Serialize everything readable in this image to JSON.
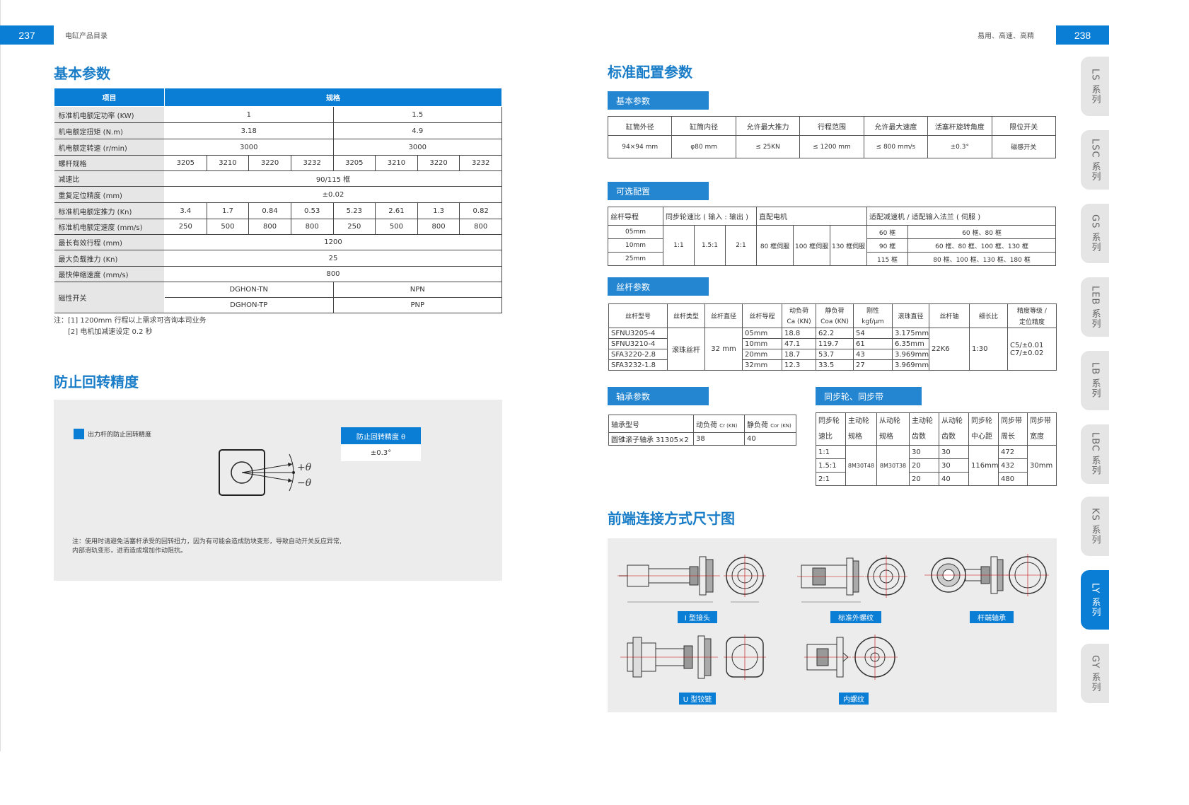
{
  "header": {
    "left_page_number": "237",
    "left_title": "电缸产品目录",
    "right_slogan": "易用、高速、高精",
    "right_page_number": "238"
  },
  "left": {
    "basic_params": {
      "title": "基本参数",
      "col_item": "项目",
      "col_spec": "规格",
      "rows": {
        "power": {
          "name": "标准机电额定功率 (KW)",
          "a": "1",
          "b": "1.5"
        },
        "torque": {
          "name": "机电额定扭矩 (N.m)",
          "a": "3.18",
          "b": "4.9"
        },
        "speed": {
          "name": "机电额定转速 (r/min)",
          "a": "3000",
          "b": "3000"
        },
        "screw": {
          "name": "螺杆规格",
          "vals": [
            "3205",
            "3210",
            "3220",
            "3232",
            "3205",
            "3210",
            "3220",
            "3232"
          ]
        },
        "ratio": {
          "name": "减速比",
          "val": "90/115 框"
        },
        "repeat": {
          "name": "重复定位精度 (mm)",
          "val": "±0.02"
        },
        "thrust": {
          "name": "标准机电额定推力 (Kn)",
          "vals": [
            "3.4",
            "1.7",
            "0.84",
            "0.53",
            "5.23",
            "2.61",
            "1.3",
            "0.82"
          ]
        },
        "rated_speed": {
          "name": "标准机电额定速度 (mm/s)",
          "vals": [
            "250",
            "500",
            "800",
            "800",
            "250",
            "500",
            "800",
            "800"
          ]
        },
        "stroke": {
          "name": "最长有效行程 (mm)",
          "val": "1200"
        },
        "max_thrust": {
          "name": "最大负载推力 (Kn)",
          "val": "25"
        },
        "max_speed": {
          "name": "最快伸缩速度 (mm/s)",
          "val": "800"
        },
        "switch": {
          "name": "磁性开关",
          "r1a": "DGHON-TN",
          "r1b": "NPN",
          "r2a": "DGHON-TP",
          "r2b": "PNP"
        }
      },
      "note1": "注：[1] 1200mm 行程以上需求可咨询本司业务",
      "note2": "[2] 电机加减速设定 0.2 秒"
    },
    "anti_rotation": {
      "title": "防止回转精度",
      "legend": "出力杆的防止回转精度",
      "box_title": "防止回转精度 θ",
      "box_value": "±0.3°",
      "plus_theta": "+θ",
      "minus_theta": "−θ",
      "note_line1": "注：使用时请避免活塞杆承受的回转扭力，因为有可能会造成防块变形，导致自动开关反应异常,",
      "note_line2": "内部滑轨变形，进而造成增加作动阻抗。"
    }
  },
  "right": {
    "title": "标准配置参数",
    "basic": {
      "tag": "基本参数",
      "headers": [
        "缸筒外径",
        "缸筒内径",
        "允许最大推力",
        "行程范围",
        "允许最大速度",
        "活塞杆旋转角度",
        "限位开关"
      ],
      "values": [
        "94×94 mm",
        "φ80 mm",
        "≤ 25KN",
        "≤ 1200 mm",
        "≤ 800 mm/s",
        "±0.3°",
        "磁感开关"
      ]
    },
    "optional": {
      "tag": "可选配置",
      "h_lead": "丝杆导程",
      "h_ratio": "同步轮速比 ( 输入 : 输出 )",
      "h_motor": "直配电机",
      "h_reducer": "适配减速机 / 适配输入法兰 ( 伺服 )",
      "leads": [
        "05mm",
        "10mm",
        "25mm"
      ],
      "ratios": [
        "1:1",
        "1.5:1",
        "2:1"
      ],
      "motors": [
        "80 框伺服",
        "100 框伺服",
        "130 框伺服"
      ],
      "frames": [
        "60 框",
        "90 框",
        "115 框"
      ],
      "flanges": [
        "60 框、80 框",
        "60 框、80 框、100 框、130 框",
        "80 框、100 框、130 框、180 框"
      ]
    },
    "screw": {
      "tag": "丝杆参数",
      "headers": [
        "丝杆型号",
        "丝杆类型",
        "丝杆直径",
        "丝杆导程",
        "动负荷",
        "静负荷",
        "刚性",
        "滚珠直径",
        "丝杆轴",
        "细长比",
        "精度等级 /"
      ],
      "headers2": [
        "Ca (KN)",
        "Coa (KN)",
        "kgf/μm",
        "定位精度"
      ],
      "models": [
        "SFNU3205-4",
        "SFNU3210-4",
        "SFA3220-2.8",
        "SFA3232-1.8"
      ],
      "type": "滚珠丝杆",
      "diameter": "32 mm",
      "leads": [
        "05mm",
        "10mm",
        "20mm",
        "32mm"
      ],
      "dyn": [
        "18.8",
        "47.1",
        "18.7",
        "12.3"
      ],
      "stat": [
        "62.2",
        "119.7",
        "53.7",
        "33.5"
      ],
      "rigid": [
        "54",
        "61",
        "43",
        "27"
      ],
      "ball": [
        "3.175mm",
        "6.35mm",
        "3.969mm",
        "3.969mm"
      ],
      "shaft": "22K6",
      "slender": "1:30",
      "precision": [
        "C5/±0.01",
        "C7/±0.02"
      ]
    },
    "bearing": {
      "tag": "轴承参数",
      "headers": [
        "轴承型号",
        "动负荷",
        "Cr (KN)",
        "静负荷",
        "Cor (KN)"
      ],
      "model": "圆锥滚子轴承 31305×2",
      "cr": "38",
      "cor": "40"
    },
    "pulley": {
      "tag": "同步轮、同步带",
      "h1": [
        "同步轮",
        "主动轮",
        "从动轮",
        "主动轮",
        "从动轮",
        "同步轮",
        "同步带",
        "同步带"
      ],
      "h2": [
        "速比",
        "规格",
        "规格",
        "齿数",
        "齿数",
        "中心距",
        "周长",
        "宽度"
      ],
      "ratios": [
        "1:1",
        "1.5:1",
        "2:1"
      ],
      "drive": "8M30T48",
      "driven": "8M30T38",
      "drive_teeth": [
        "30",
        "20",
        "20"
      ],
      "driven_teeth": [
        "30",
        "30",
        "40"
      ],
      "center": "116mm",
      "belt_len": [
        "472",
        "432",
        "480"
      ],
      "belt_w": "30mm"
    },
    "connections": {
      "title": "前端连接方式尺寸图",
      "labels": [
        "I 型接头",
        "标准外螺纹",
        "杆端轴承",
        "U 型铰链",
        "内螺纹"
      ]
    }
  },
  "tabs": [
    "LS 系列",
    "LSC 系列",
    "GS 系列",
    "LEB 系列",
    "LB 系列",
    "LBC 系列",
    "KS 系列",
    "LY 系列",
    "GY 系列"
  ],
  "colors": {
    "accent": "#0a7ed4",
    "tag": "#2486d1",
    "grey": "#ececec"
  }
}
